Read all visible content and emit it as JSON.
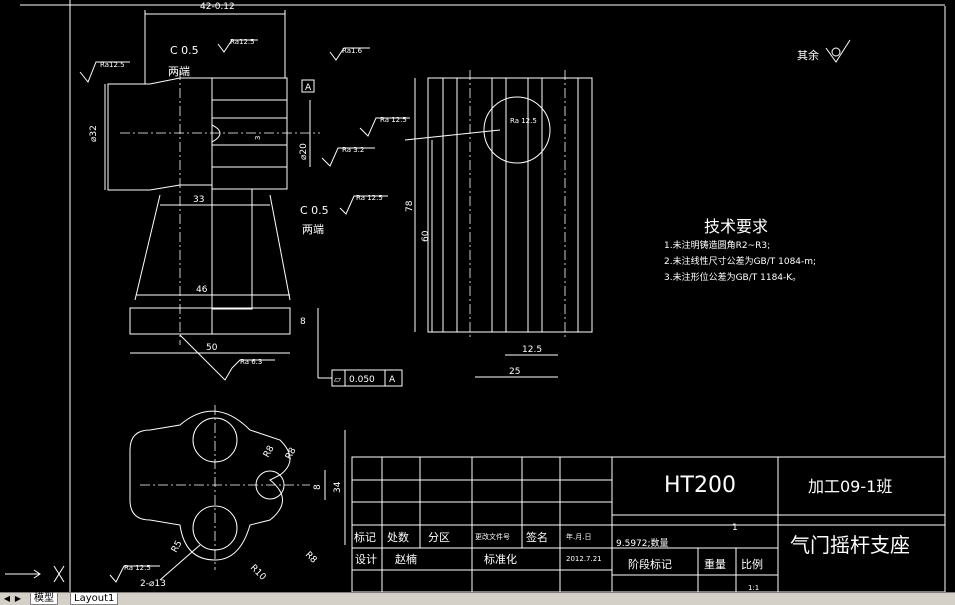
{
  "drawing": {
    "title_block": {
      "material": "HT200",
      "class_name": "加工09-1班",
      "part_name": "气门摇杆支座",
      "labels": {
        "biaoji": "标记",
        "chushu": "处数",
        "fenqu": "分区",
        "gengai": "更改文件号",
        "qianming": "签名",
        "date_hdr": "年.月.日",
        "sheji": "设计",
        "zhaonan": "赵楠",
        "biaozhun": "标准化",
        "date": "2012.7.21",
        "jieduan": "阶段标记",
        "zhongliang": "重量",
        "bili": "比例",
        "qty_label": "9.5972;数量",
        "qty": "1",
        "scale": "1:1"
      }
    },
    "tech_req": {
      "heading": "技术要求",
      "items": [
        "1.未注明铸造圆角R2~R3;",
        "2.未注线性尺寸公差为GB/T 1084-m;",
        "3.未注形位公差为GB/T 1184-K。"
      ]
    },
    "roughness_other": "其余",
    "dims": {
      "top_dim": "42-0.12",
      "c05_a": "C 0.5",
      "c05_b": "C 0.5",
      "both_ends_a": "两端",
      "both_ends_b": "两端",
      "d32": "⌀32",
      "d20": "⌀20",
      "d33": "33",
      "d46": "46",
      "d50": "50",
      "d8": "8",
      "d3": "3",
      "d78": "78",
      "d60": "60",
      "d12_5": "12.5",
      "d25": "25",
      "d34": "34",
      "d8b": "8",
      "r5": "R5",
      "r10": "R10",
      "r8a": "R8",
      "r8b": "R8",
      "r8c": "R8",
      "holes": "2-⌀13",
      "datum_a": "A",
      "tol_sym": "⏥",
      "tol_val": "0.050",
      "tol_ref": "A"
    },
    "roughness": {
      "ra16_a": "Ra1.6",
      "ra125_a": "Ra12.5",
      "ra125_b": "Ra12.5",
      "ra125_c": "Ra 12.5",
      "ra125_d": "Ra 12.5",
      "ra125_e": "Ra 12.5",
      "ra125_f": "Ra 12.5",
      "ra32": "Ra 3.2",
      "ra63": "Ra 6.3"
    }
  },
  "tabs": {
    "model": "模型",
    "layout1": "Layout1"
  }
}
